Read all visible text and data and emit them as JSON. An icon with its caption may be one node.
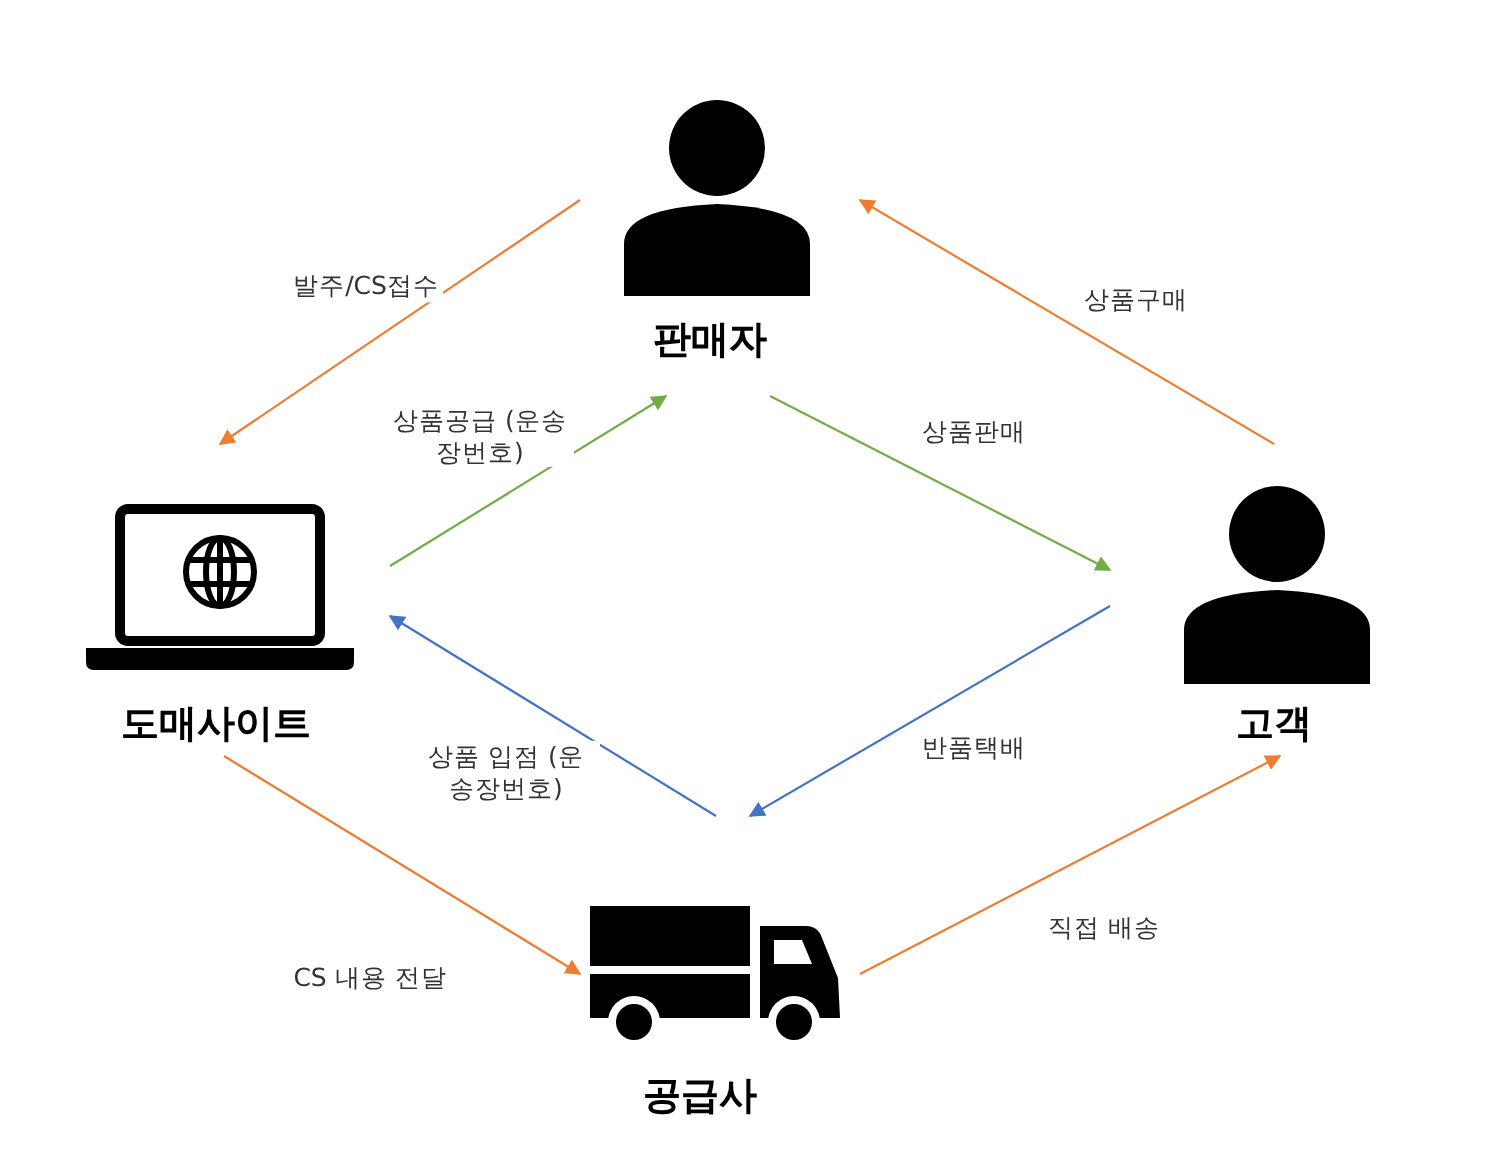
{
  "diagram": {
    "nodes": [
      {
        "text": [
          "판매자"
        ]
      },
      {
        "text": [
          "도매사이트"
        ]
      },
      {
        "text": [
          "고객"
        ]
      },
      {
        "text": [
          "공급사"
        ]
      }
    ],
    "edges": [
      {
        "from": 0,
        "to": 1,
        "arrow": "to",
        "label": "발주/CS접수",
        "color": "#ed7d31"
      },
      {
        "from": 1,
        "to": 0,
        "arrow": "to",
        "label": "상품공급 (운송장번호)",
        "color": "#70ad47"
      },
      {
        "from": 0,
        "to": 2,
        "arrow": "to",
        "label": "상품판매",
        "color": "#70ad47"
      },
      {
        "from": 2,
        "to": 0,
        "arrow": "to",
        "label": "상품구매",
        "color": "#ed7d31"
      },
      {
        "from": 2,
        "to": 3,
        "arrow": "to",
        "label": "반품택배",
        "color": "#4472c4"
      },
      {
        "from": 3,
        "to": 1,
        "arrow": "to",
        "label": "상품 입점 (운송장번호)",
        "color": "#4472c4"
      },
      {
        "from": 1,
        "to": 3,
        "arrow": "to",
        "label": "CS 내용 전달",
        "color": "#ed7d31"
      },
      {
        "from": 3,
        "to": 2,
        "arrow": "to",
        "label": "직접 배송",
        "color": "#ed7d31"
      }
    ]
  }
}
